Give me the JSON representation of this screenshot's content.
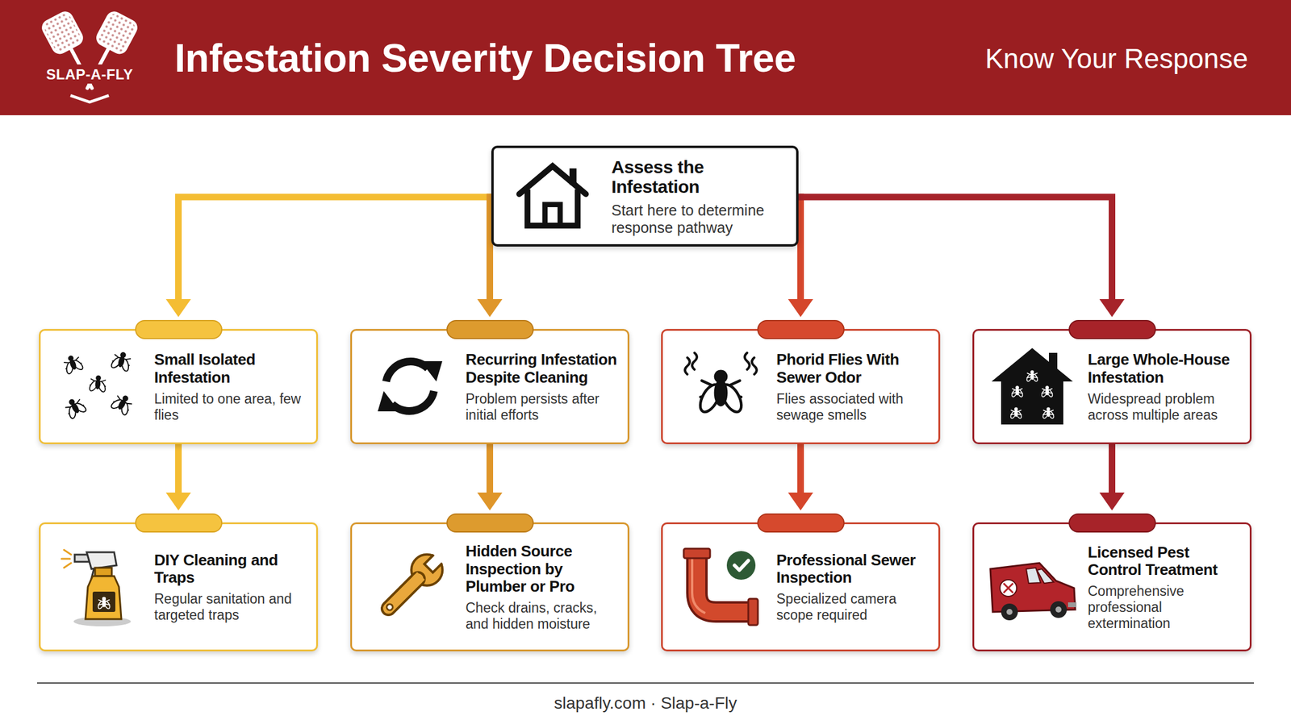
{
  "diagram": {
    "title": "Infestation Severity Decision Tree",
    "caption": "slapafly.com · Slap-a-Fly",
    "nodes": [
      {
        "text": [
          "Assess the Infestation",
          "Start here to determine response pathway"
        ]
      },
      {
        "text": [
          "Small Isolated Infestation",
          "Limited to one area, few flies"
        ]
      },
      {
        "text": [
          "Recurring Infestation Despite Cleaning",
          "Problem persists after initial efforts"
        ]
      },
      {
        "text": [
          "Phorid Flies With Sewer Odor",
          "Flies associated with sewage smells"
        ]
      },
      {
        "text": [
          "Large Whole-House Infestation",
          "Widespread problem across multiple areas"
        ]
      },
      {
        "text": [
          "DIY Cleaning and Traps",
          "Regular sanitation and targeted traps"
        ]
      },
      {
        "text": [
          "Hidden Source Inspection by Plumber or Pro",
          "Check drains, cracks, and hidden moisture"
        ]
      },
      {
        "text": [
          "Professional Sewer Inspection",
          "Specialized camera scope required"
        ]
      },
      {
        "text": [
          "Licensed Pest Control Treatment",
          "Comprehensive professional extermination"
        ]
      }
    ],
    "edges": [
      {
        "from": 0,
        "to": 1,
        "arrow": "to"
      },
      {
        "from": 0,
        "to": 2,
        "arrow": "to"
      },
      {
        "from": 0,
        "to": 3,
        "arrow": "to"
      },
      {
        "from": 0,
        "to": 4,
        "arrow": "to"
      },
      {
        "from": 1,
        "to": 5,
        "arrow": "to"
      },
      {
        "from": 2,
        "to": 6,
        "arrow": "to"
      },
      {
        "from": 3,
        "to": 7,
        "arrow": "to"
      },
      {
        "from": 4,
        "to": 8,
        "arrow": "to"
      }
    ],
    "labels": [
      "SLAP-A-FLY",
      "Know Your Response"
    ]
  }
}
